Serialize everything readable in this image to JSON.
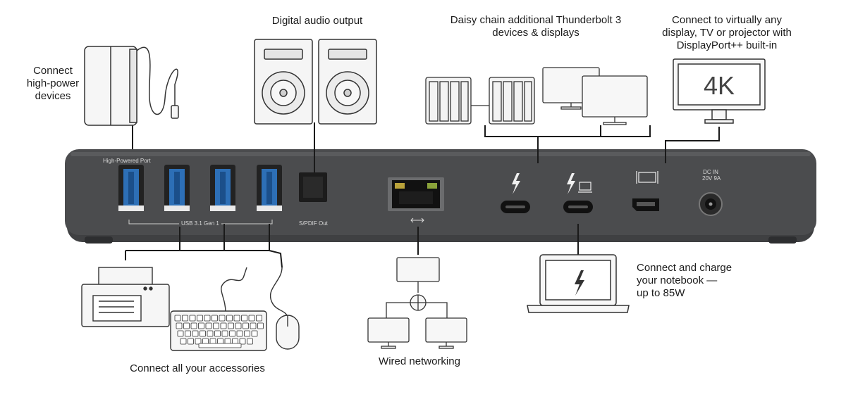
{
  "captions": {
    "high_power": "Connect\nhigh-power\ndevices",
    "audio": "Digital audio output",
    "daisy": "Daisy chain additional Thunderbolt 3\ndevices & displays",
    "display": "Connect to virtually any\ndisplay, TV or projector with\nDisplayPort++ built-in",
    "display_screen": "4K",
    "accessories": "Connect all your accessories",
    "network": "Wired networking",
    "notebook": "Connect and charge\nyour notebook —\nup to 85W"
  },
  "dock_labels": {
    "high_powered_port": "High-Powered Port",
    "usb_group": "USB 3.1 Gen 1",
    "spdif": "S/PDIF Out",
    "dc_in_line1": "DC IN",
    "dc_in_line2": "20V 9A"
  },
  "icons": [
    "power-adapter-icon",
    "speaker-icon",
    "drive-array-icon",
    "monitor-icon",
    "printer-icon",
    "keyboard-icon",
    "mouse-icon",
    "network-switch-icon",
    "laptop-icon",
    "thunderbolt-icon",
    "ethernet-arrows-icon",
    "displayport-icon"
  ],
  "colors": {
    "dock": "#4a4b4d",
    "usb_blue": "#2d6fb6",
    "line": "#1a1a1a",
    "outline": "#333333"
  }
}
